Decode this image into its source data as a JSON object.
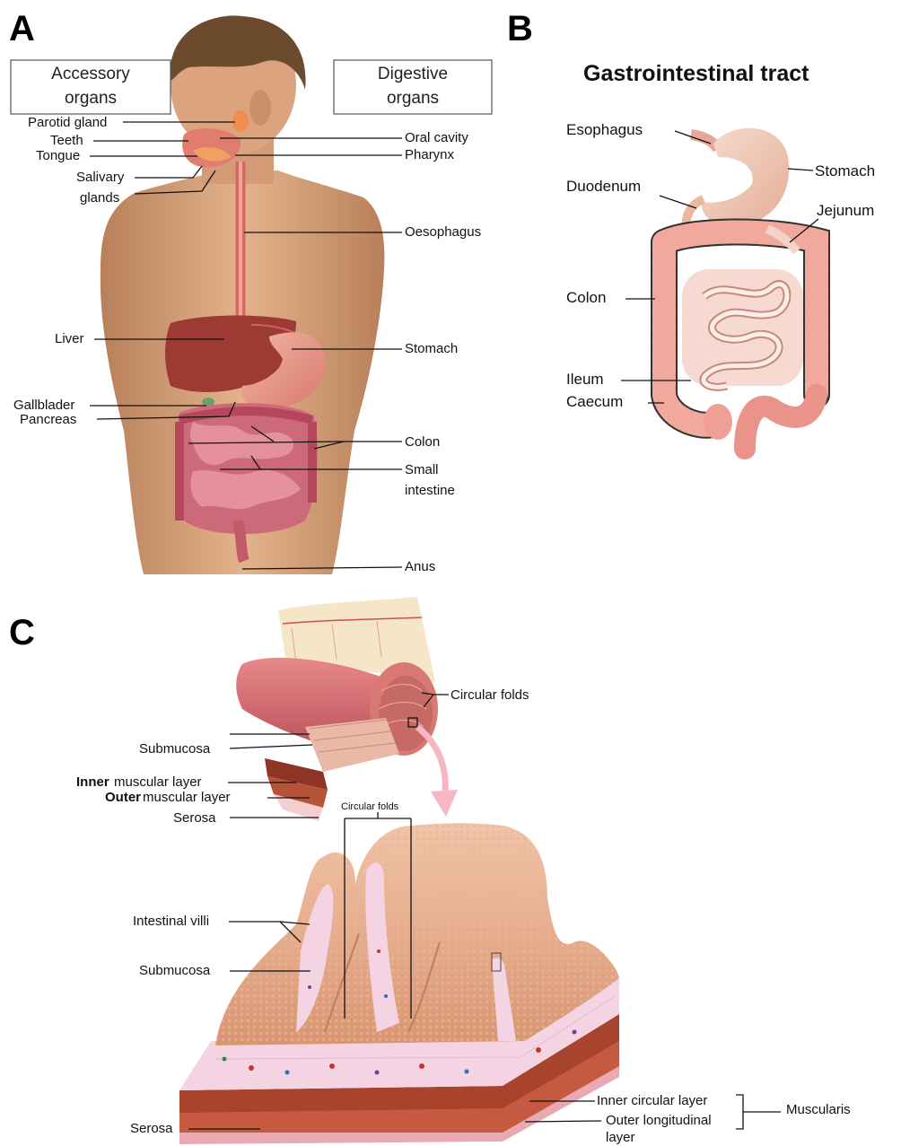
{
  "panels": {
    "a": {
      "letter": "A",
      "box_left_line1": "Accessory",
      "box_left_line2": "organs",
      "box_right_line1": "Digestive",
      "box_right_line2": "organs",
      "left_labels": {
        "parotid": "Parotid gland",
        "teeth": "Teeth",
        "tongue": "Tongue",
        "salivary1": "Salivary",
        "salivary2": "glands",
        "liver": "Liver",
        "gallbladder": "Gallblader",
        "pancreas": "Pancreas"
      },
      "right_labels": {
        "oral": "Oral cavity",
        "pharynx": "Pharynx",
        "oesophagus": "Oesophagus",
        "stomach": "Stomach",
        "colon": "Colon",
        "small1": "Small",
        "small2": "intestine",
        "anus": "Anus"
      }
    },
    "b": {
      "letter": "B",
      "title": "Gastrointestinal tract",
      "labels": {
        "esophagus": "Esophagus",
        "stomach": "Stomach",
        "duodenum": "Duodenum",
        "jejunum": "Jejunum",
        "colon": "Colon",
        "ileum": "Ileum",
        "caecum": "Caecum"
      }
    },
    "c": {
      "letter": "C",
      "labels": {
        "circular_folds_top": "Circular folds",
        "submucosa_top": "Submucosa",
        "inner_bold": "Inner",
        "inner_rest": " muscular layer",
        "outer_bold": "Outer",
        "outer_rest": " muscular layer",
        "serosa_top": "Serosa",
        "circular_folds_small": "Circular folds",
        "intestinal_villi": "Intestinal villi",
        "submucosa_bottom": "Submucosa",
        "inner_circular": "Inner circular layer",
        "outer_long1": "Outer longitudinal",
        "outer_long2": "layer",
        "muscularis": "Muscularis",
        "serosa_bottom": "Serosa"
      }
    }
  },
  "colors": {
    "skin": "#d9a57c",
    "skin_dark": "#b57a55",
    "hair": "#6b4a2e",
    "organ_pink": "#e8958c",
    "organ_red": "#b4473f",
    "liver": "#9c3a33",
    "colon_b": "#f0a99c",
    "villi": "#eab08f",
    "submucosa": "#f4d4e2",
    "muscle": "#a8432e",
    "arrow_pink": "#f6b7c2"
  }
}
